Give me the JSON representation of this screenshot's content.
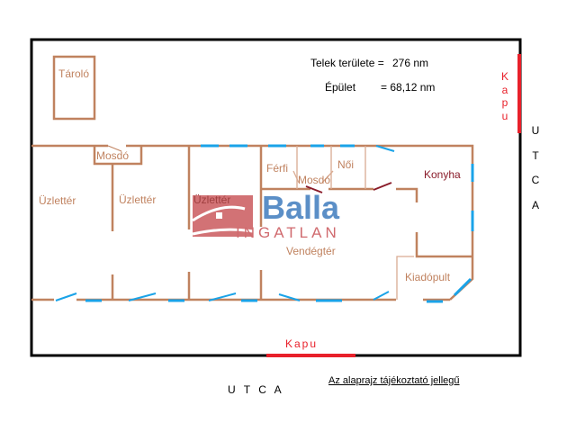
{
  "info": {
    "plot_area_label": "Telek területe =",
    "plot_area_value": "276 nm",
    "building_label": "Épület",
    "building_value": "= 68,12 nm"
  },
  "rooms": {
    "storage": "Tároló",
    "washroom_left": "Mosdó",
    "shop1": "Üzlettér",
    "shop2": "Üzlettér",
    "shop3": "Üzlettér",
    "men": "Férfi",
    "washroom_mid": "Mosdó",
    "women": "Női",
    "guest_area": "Vendégtér",
    "kitchen": "Konyha",
    "counter": "Kiadópult"
  },
  "street_right": [
    "U",
    "T",
    "C",
    "A"
  ],
  "gate_right": [
    "K",
    "a",
    "p",
    "u"
  ],
  "gate_bottom": "Kapu",
  "street_bottom": "U T C A",
  "disclaimer": "Az alaprajz tájékoztató jellegű",
  "logo": {
    "name": "Balla",
    "sub": "INGATLAN"
  },
  "colors": {
    "wall": "#c0825f",
    "window": "#1aa3e8",
    "gate": "#e8202a",
    "logo_blue": "#5b8fc7",
    "logo_red": "#d06a6e"
  }
}
